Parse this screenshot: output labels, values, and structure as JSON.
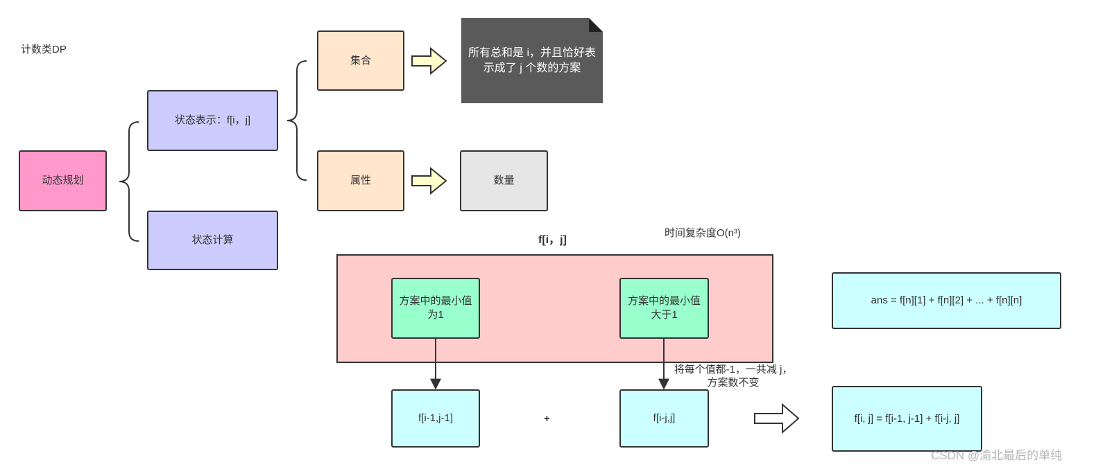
{
  "diagram": {
    "title": "计数类DP",
    "root": "动态规划",
    "state_repr": "状态表示：f[i，j]",
    "state_calc": "状态计算",
    "set": "集合",
    "attribute": "属性",
    "set_note": "所有总和是 i，并且恰好表示成了 j 个数的方案",
    "attribute_value": "数量",
    "f_label": "f[i，j]",
    "complexity": "时间复杂度O(n³)",
    "case_min_one": "方案中的最小值为1",
    "case_min_gt_one": "方案中的最小值大于1",
    "left_term": "f[i-1,j-1]",
    "plus": "+",
    "right_term": "f[i-j,j]",
    "transform_note": "将每个值都-1，一共减 j，方案数不变",
    "recurrence": "f[i, j] = f[i-1, j-1] + f[i-j, j]",
    "answer": "ans = f[n][1] + f[n][2] + ... + f[n][n]",
    "watermark": "CSDN @渝北最后的单纯"
  },
  "colors": {
    "root": "#ff99cc",
    "state": "#ccccff",
    "set_attr": "#ffe6cc",
    "note": "#5a5a5a",
    "quantity": "#e6e6e6",
    "container": "#ffcccc",
    "cases": "#99ffcc",
    "terms": "#ccffff",
    "arrow_fill": "#ffffcc"
  }
}
